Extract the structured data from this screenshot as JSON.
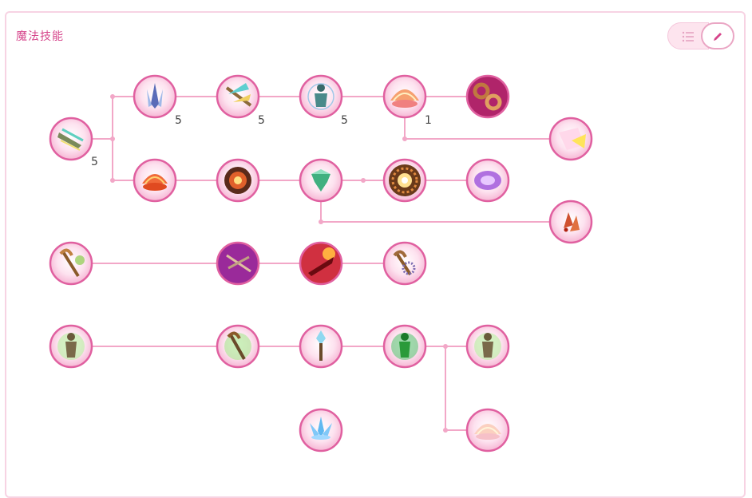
{
  "panel": {
    "title": "魔法技能"
  },
  "toolbar": {
    "list_icon": "list-icon",
    "edit_icon": "pencil-icon"
  },
  "colors": {
    "accent": "#d6458b",
    "node_ring": "#e060a0",
    "node_fill": "#fbd3e6",
    "line": "#f2a7c7"
  },
  "skills": [
    {
      "id": "n1",
      "icon": "staff-wind-icon",
      "level": "5"
    },
    {
      "id": "n2",
      "icon": "ice-spike-icon",
      "level": "5"
    },
    {
      "id": "n3",
      "icon": "feather-staff-icon",
      "level": "5"
    },
    {
      "id": "n4",
      "icon": "figure-aura-icon",
      "level": "5"
    },
    {
      "id": "n5",
      "icon": "pink-shell-icon",
      "level": "1"
    },
    {
      "id": "n6",
      "icon": "chain-link-icon",
      "level": ""
    },
    {
      "id": "n7",
      "icon": "light-burst-icon",
      "level": ""
    },
    {
      "id": "n8",
      "icon": "fire-shell-icon",
      "level": ""
    },
    {
      "id": "n9",
      "icon": "explosion-icon",
      "level": ""
    },
    {
      "id": "n10",
      "icon": "green-crystal-icon",
      "level": ""
    },
    {
      "id": "n11",
      "icon": "sun-burst-icon",
      "level": ""
    },
    {
      "id": "n12",
      "icon": "purple-orb-icon",
      "level": ""
    },
    {
      "id": "n13",
      "icon": "ember-icon",
      "level": ""
    },
    {
      "id": "n14",
      "icon": "golden-staff-icon",
      "level": ""
    },
    {
      "id": "n15",
      "icon": "purple-swords-icon",
      "level": ""
    },
    {
      "id": "n16",
      "icon": "fire-slash-icon",
      "level": ""
    },
    {
      "id": "n17",
      "icon": "gear-staff-icon",
      "level": ""
    },
    {
      "id": "n18",
      "icon": "green-figure-icon",
      "level": ""
    },
    {
      "id": "n19",
      "icon": "green-staff-icon",
      "level": ""
    },
    {
      "id": "n20",
      "icon": "crystal-staff-icon",
      "level": ""
    },
    {
      "id": "n21",
      "icon": "green-glow-figure-icon",
      "level": ""
    },
    {
      "id": "n22",
      "icon": "green-figure-icon",
      "level": ""
    },
    {
      "id": "n23",
      "icon": "blue-lotus-icon",
      "level": ""
    },
    {
      "id": "n24",
      "icon": "pale-shell-icon",
      "level": ""
    }
  ]
}
